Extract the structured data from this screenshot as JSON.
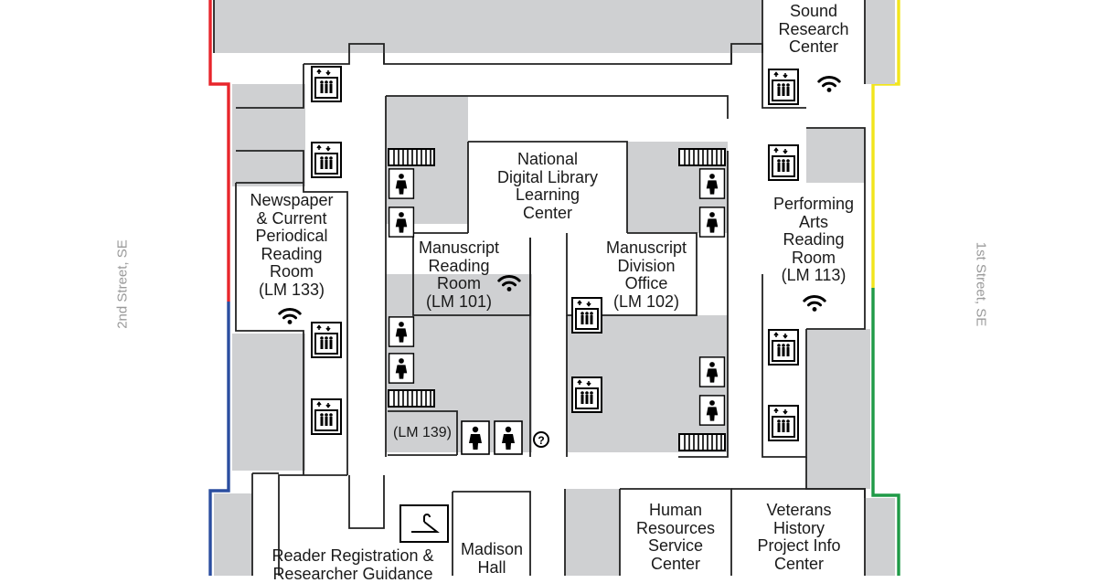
{
  "streets": {
    "west": "2nd Street, SE",
    "east": "1st Street, SE"
  },
  "rooms": {
    "sound_research": [
      "Sound",
      "Research",
      "Center"
    ],
    "ndl_learning": [
      "National",
      "Digital Library",
      "Learning",
      "Center"
    ],
    "newspaper": [
      "Newspaper",
      "& Current",
      "Periodical",
      "Reading",
      "Room",
      "(LM 133)"
    ],
    "manuscript_reading": [
      "Manuscript",
      "Reading",
      "Room",
      "(LM 101)"
    ],
    "manuscript_division": [
      "Manuscript",
      "Division",
      "Office",
      "(LM 102)"
    ],
    "performing_arts": [
      "Performing",
      "Arts",
      "Reading",
      "Room",
      "(LM 113)"
    ],
    "lm139": [
      "(LM 139)"
    ],
    "human_resources": [
      "Human",
      "Resources",
      "Service",
      "Center"
    ],
    "veterans_history": [
      "Veterans",
      "History",
      "Project Info",
      "Center"
    ],
    "reader_registration": [
      "Reader Registration &",
      "Researcher Guidance"
    ],
    "madison_hall": [
      "Madison",
      "Hall"
    ]
  },
  "icons": [
    "elevator-icon",
    "restroom-icon",
    "wifi-icon",
    "stairs-icon",
    "coat-check-icon",
    "information-icon"
  ],
  "colors": {
    "north_west": "#e8262c",
    "south_west": "#2b4ea0",
    "north_east": "#f2e51c",
    "south_east": "#1f9a47",
    "corridor_fill": "#cfd0d2"
  }
}
